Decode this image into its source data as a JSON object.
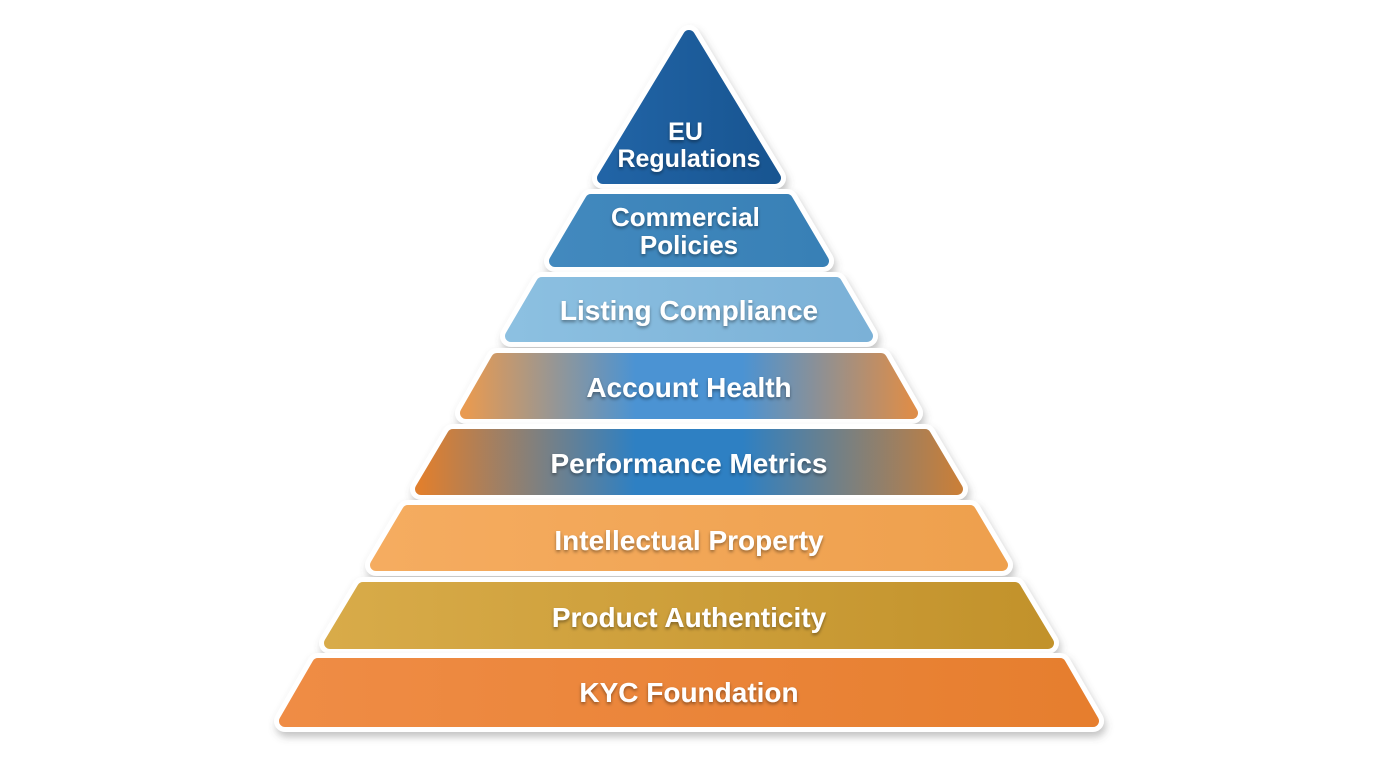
{
  "diagram": {
    "type": "pyramid",
    "background_color": "#ffffff",
    "border_color": "#ffffff",
    "text_color": "#ffffff",
    "levels": [
      {
        "label": "EU Regulations",
        "lines": [
          "EU",
          "Regulations"
        ],
        "colors": [
          "#2164a6",
          "#185591"
        ]
      },
      {
        "label": "Commercial Policies",
        "lines": [
          "Commercial",
          "Policies"
        ],
        "colors": [
          "#4289be",
          "#3880b6"
        ]
      },
      {
        "label": "Listing Compliance",
        "lines": [
          "Listing Compliance"
        ],
        "colors": [
          "#8cc0e1",
          "#7bb1d7"
        ]
      },
      {
        "label": "Account Health",
        "lines": [
          "Account Health"
        ],
        "colors": [
          "#e89a51",
          "#4b93d3",
          "#4b93d3",
          "#dd8d49"
        ]
      },
      {
        "label": "Performance Metrics",
        "lines": [
          "Performance Metrics"
        ],
        "colors": [
          "#e07f2e",
          "#2e80c3",
          "#2e80c3",
          "#c87f3a"
        ]
      },
      {
        "label": "Intellectual Property",
        "lines": [
          "Intellectual Property"
        ],
        "colors": [
          "#f5ac60",
          "#eea04d"
        ]
      },
      {
        "label": "Product Authenticity",
        "lines": [
          "Product Authenticity"
        ],
        "colors": [
          "#d8ab49",
          "#c2922b"
        ]
      },
      {
        "label": "KYC Foundation",
        "lines": [
          "KYC Foundation"
        ],
        "colors": [
          "#ef8c45",
          "#e67e2e"
        ]
      }
    ]
  }
}
